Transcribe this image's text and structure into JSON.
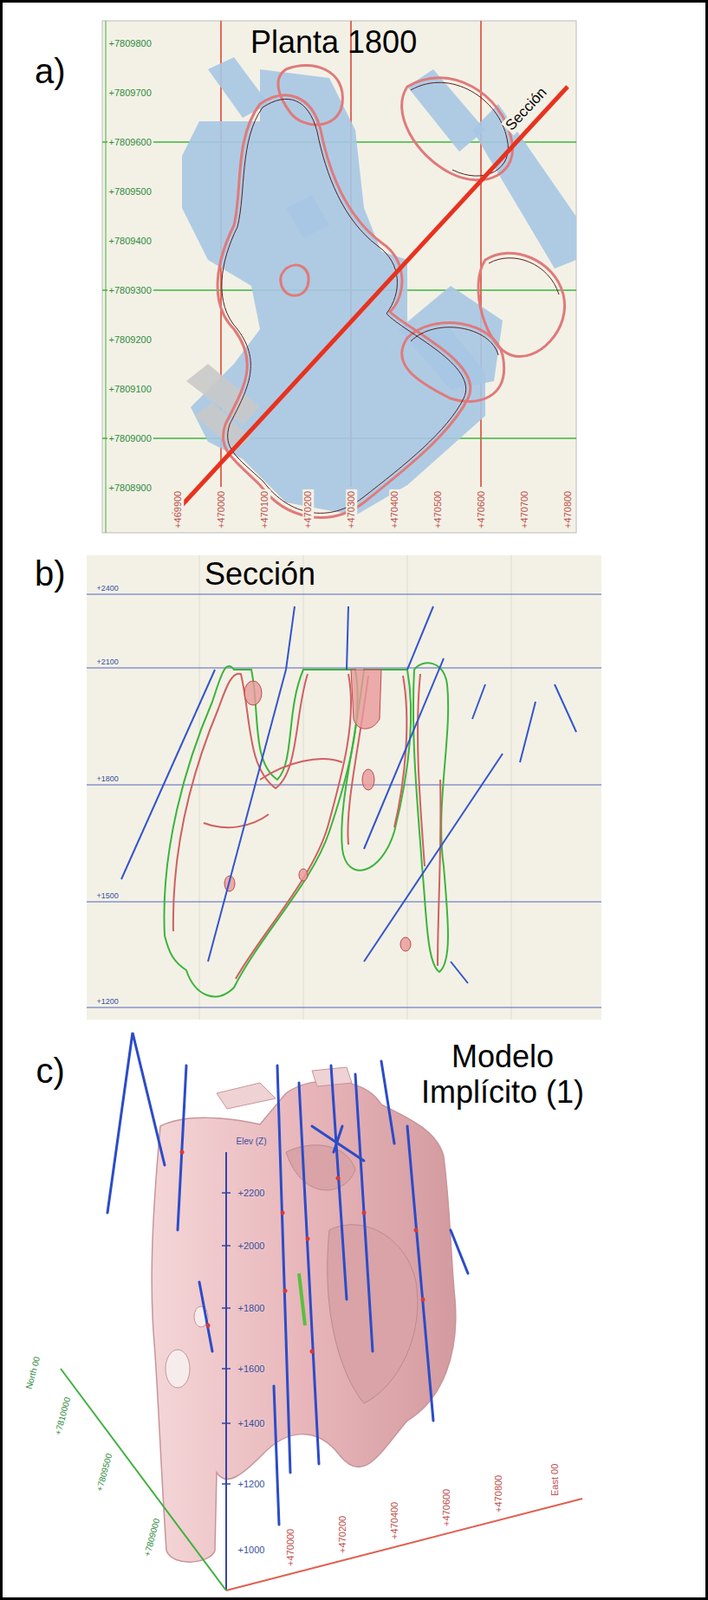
{
  "diagram": {
    "labels": [
      "a)",
      "Planta 1800",
      "Sección",
      "+7809800",
      "+7809700",
      "+7809600",
      "+7809500",
      "+7809400",
      "+7809300",
      "+7809200",
      "+7809100",
      "+7809000",
      "+7808900",
      "+469900",
      "+470000",
      "+470100",
      "+470200",
      "+470300",
      "+470400",
      "+470500",
      "+470600",
      "+470700",
      "+470800",
      "b)",
      "Sección",
      "+2400",
      "+2100",
      "+1800",
      "+1500",
      "+1200",
      "c)",
      "Modelo Implícito (1)",
      "Elev (Z)",
      "+2200",
      "+2000",
      "+1800",
      "+1600",
      "+1400",
      "+1200",
      "+1000",
      "+470000",
      "+470200",
      "+470400",
      "+470600",
      "+470800",
      "East 00",
      "North 00",
      "+7810000",
      "+7809500",
      "+7809000"
    ]
  }
}
